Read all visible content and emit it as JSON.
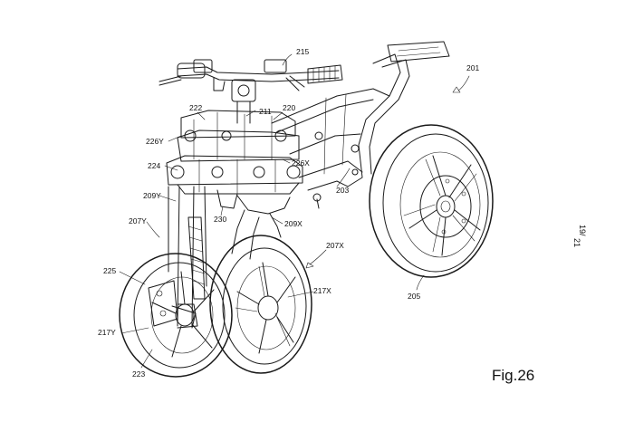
{
  "figure": {
    "label": "Fig.26",
    "sheet_number": "19",
    "sheet_total": "21"
  },
  "reference_numerals": {
    "r201": "201",
    "r203": "203",
    "r205": "205",
    "r207X": "207X",
    "r207Y": "207Y",
    "r209X": "209X",
    "r209Y": "209Y",
    "r211": "211",
    "r215": "215",
    "r217X": "217X",
    "r217Y": "217Y",
    "r220": "220",
    "r222": "222",
    "r223": "223",
    "r224": "224",
    "r225": "225",
    "r226X": "226X",
    "r226Y": "226Y",
    "r230": "230"
  },
  "colors": {
    "ink": "#1a1a1a",
    "paper": "#ffffff"
  }
}
